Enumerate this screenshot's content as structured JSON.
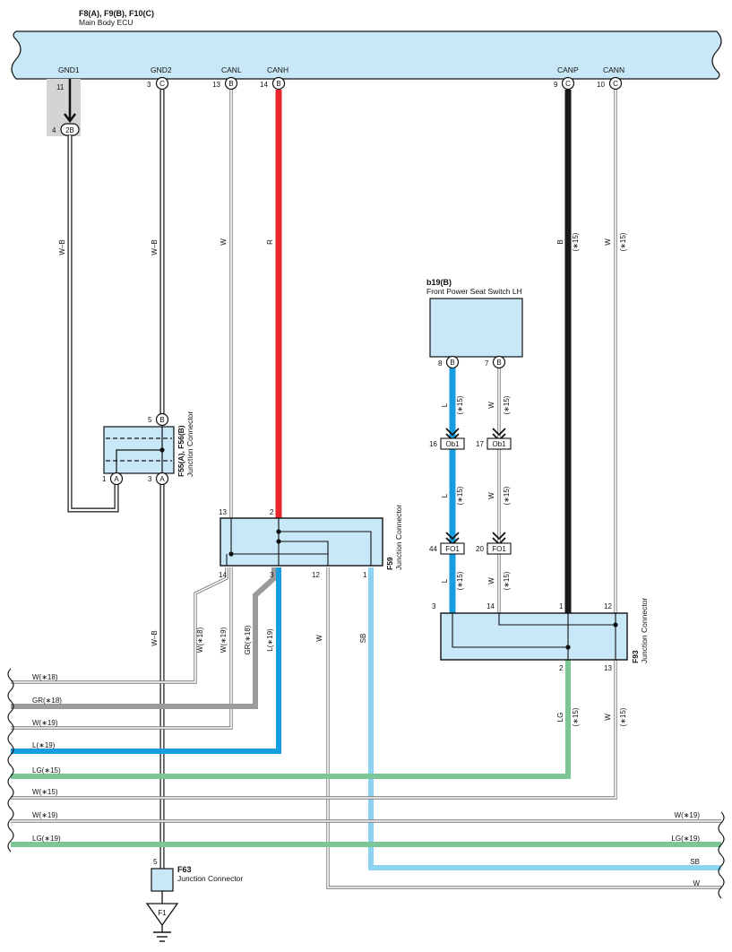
{
  "ecu": {
    "title": "F8(A), F9(B), F10(C)",
    "subtitle": "Main Body ECU",
    "terminals": {
      "gnd1": {
        "label": "GND1",
        "pin": "11"
      },
      "gnd2": {
        "label": "GND2",
        "pin": "3",
        "conn": "C"
      },
      "canl": {
        "label": "CANL",
        "pin": "13",
        "conn": "B"
      },
      "canh": {
        "label": "CANH",
        "pin": "14",
        "conn": "B"
      },
      "canp": {
        "label": "CANP",
        "pin": "9",
        "conn": "C"
      },
      "cann": {
        "label": "CANN",
        "pin": "10",
        "conn": "C"
      }
    },
    "gnd1_junction": {
      "pin": "4",
      "conn": "2B"
    }
  },
  "seat_switch": {
    "title": "b19(B)",
    "subtitle": "Front Power Seat Switch LH",
    "pin_l": {
      "pin": "8",
      "conn": "B"
    },
    "pin_w": {
      "pin": "7",
      "conn": "B"
    }
  },
  "inline_connectors": {
    "ob1_l": {
      "pin": "16",
      "label": "Ob1"
    },
    "ob1_w": {
      "pin": "17",
      "label": "Ob1"
    },
    "fo1_l": {
      "pin": "44",
      "label": "FO1"
    },
    "fo1_w": {
      "pin": "20",
      "label": "FO1"
    }
  },
  "f55": {
    "title": "F55(A), F56(B)",
    "subtitle": "Junction Connector",
    "pin_top": {
      "pin": "5",
      "conn": "B"
    },
    "pin_a1": {
      "pin": "1",
      "conn": "A"
    },
    "pin_a3": {
      "pin": "3",
      "conn": "A"
    }
  },
  "f59": {
    "title": "F59",
    "subtitle": "Junction Connector",
    "pins": {
      "p13": "13",
      "p2": "2",
      "p14": "14",
      "p3": "3",
      "p12": "12",
      "p1": "1"
    }
  },
  "f93": {
    "title": "F93",
    "subtitle": "Junction Connector",
    "pins": {
      "p3": "3",
      "p14": "14",
      "p1": "1",
      "p12": "12",
      "p2": "2",
      "p13": "13"
    }
  },
  "f63": {
    "title": "F63",
    "subtitle": "Junction Connector",
    "pin": "5",
    "ground": "F1"
  },
  "wire_labels": {
    "wb_gnd1": "W–B",
    "wb_gnd2": "W–B",
    "w_canl": "W",
    "r_canh": "R",
    "b_canp": "B",
    "b_canp_note": "(∗15)",
    "w_cann": "W",
    "w_cann_note": "(∗15)",
    "l_upper": "L",
    "l_upper_note": "(∗15)",
    "w_upper": "W",
    "w_upper_note": "(∗15)",
    "l_mid": "L",
    "l_mid_note": "(∗15)",
    "w_mid": "W",
    "w_mid_note": "(∗15)",
    "l_lower": "L",
    "l_lower_note": "(∗15)",
    "w_lower": "W",
    "w_lower_note": "(∗15)",
    "w18_down": "W(∗18)",
    "w19_down": "W(∗19)",
    "gr18_down": "GR(∗18)",
    "l19_down": "L(∗19)",
    "w_p12": "W",
    "sb_p1": "SB",
    "wb_lower": "W–B",
    "lg_f93": "LG",
    "lg_f93_note": "(∗15)",
    "w_f93": "W",
    "w_f93_note": "(∗15)"
  },
  "bus_left": [
    "W(∗18)",
    "GR(∗18)",
    "W(∗19)",
    "L(∗19)",
    "LG(∗15)",
    "W(∗15)",
    "W(∗19)",
    "LG(∗19)"
  ],
  "bus_right": [
    "W(∗19)",
    "LG(∗19)",
    "SB",
    "W"
  ],
  "colors": {
    "ecu_fill": "#c8e8f8",
    "red": "#e8262b",
    "black": "#1a1a1a",
    "blue": "#159de0",
    "sky": "#8ed3f2",
    "green": "#7cc795",
    "gray": "#9b9b9b",
    "shade": "#d4d4d4"
  }
}
